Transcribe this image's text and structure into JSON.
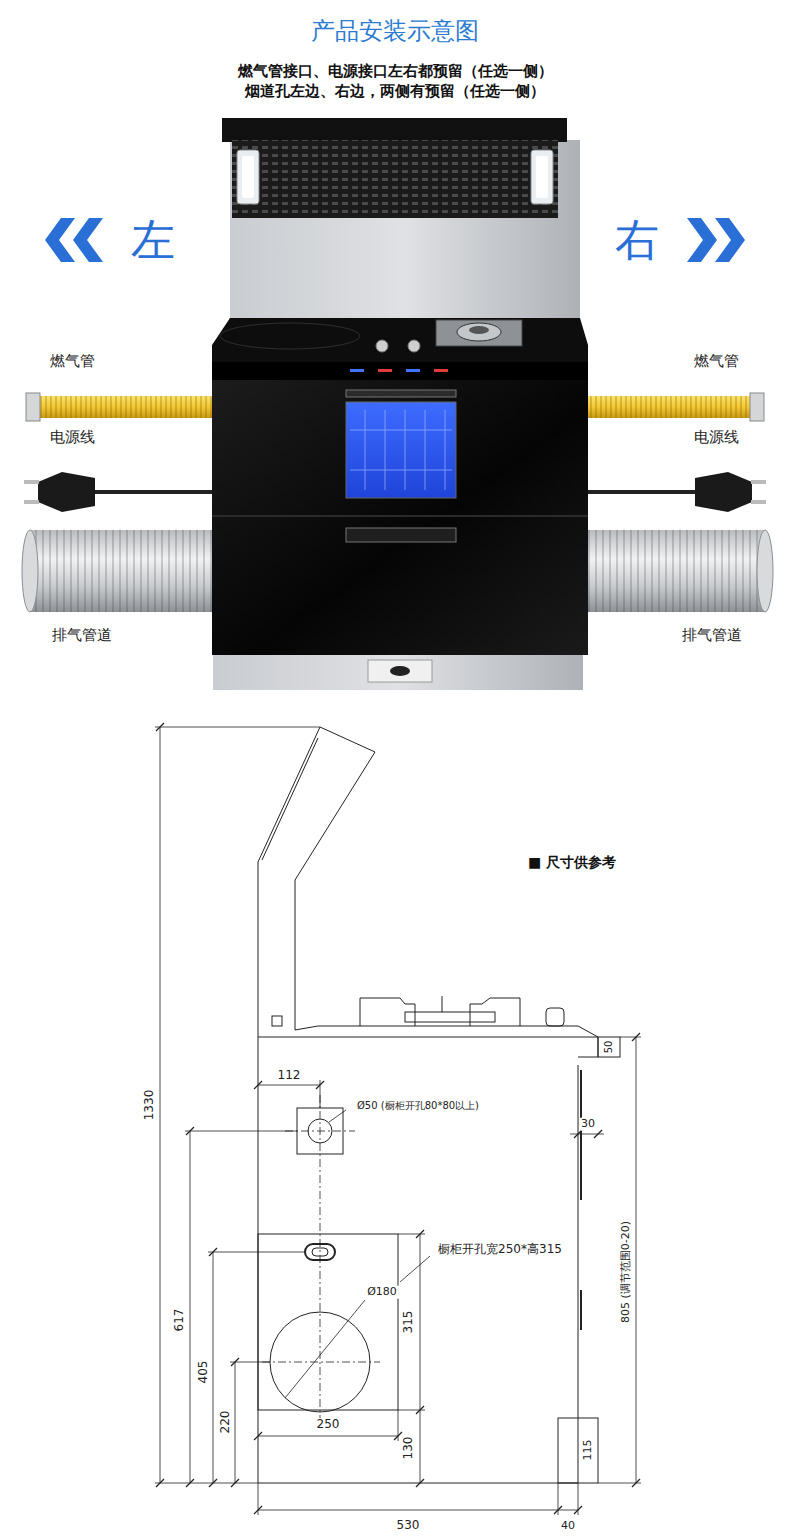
{
  "diagram": {
    "title": "产品安装示意图",
    "labels": [
      "燃气管接口、电源接口左右都预留（任选一侧）",
      "烟道孔左边、右边，两侧有预留（任选一侧）",
      "左",
      "右",
      "燃气管",
      "燃气管",
      "电源线",
      "电源线",
      "排气管道",
      "排气管道",
      "■ 尺寸供参考",
      "1330",
      "112",
      "Ø50 (橱柜开孔80*80以上)",
      "50",
      "30",
      "橱柜开孔宽250*高315",
      "Ø180",
      "617",
      "315",
      "805 (调节范围0-20)",
      "405",
      "220",
      "250",
      "130",
      "115",
      "530",
      "40"
    ]
  }
}
